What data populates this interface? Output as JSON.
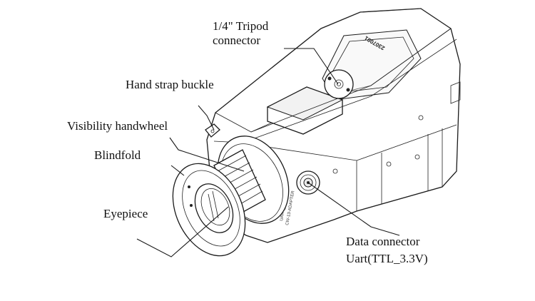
{
  "labels": {
    "tripod_line1": "1/4\" Tripod",
    "tripod_line2": "connector",
    "hand_strap": "Hand strap buckle",
    "visibility": "Visibility handwheel",
    "blindfold": "Blindfold",
    "eyepiece": "Eyepiece",
    "data_line1": "Data connector",
    "data_line2": "Uart(TTL_3.3V)"
  },
  "device_markings": {
    "serial": "2307001",
    "side_text_1": "UART_3.3V",
    "side_text_2": "CW-13-ADAPTER"
  }
}
